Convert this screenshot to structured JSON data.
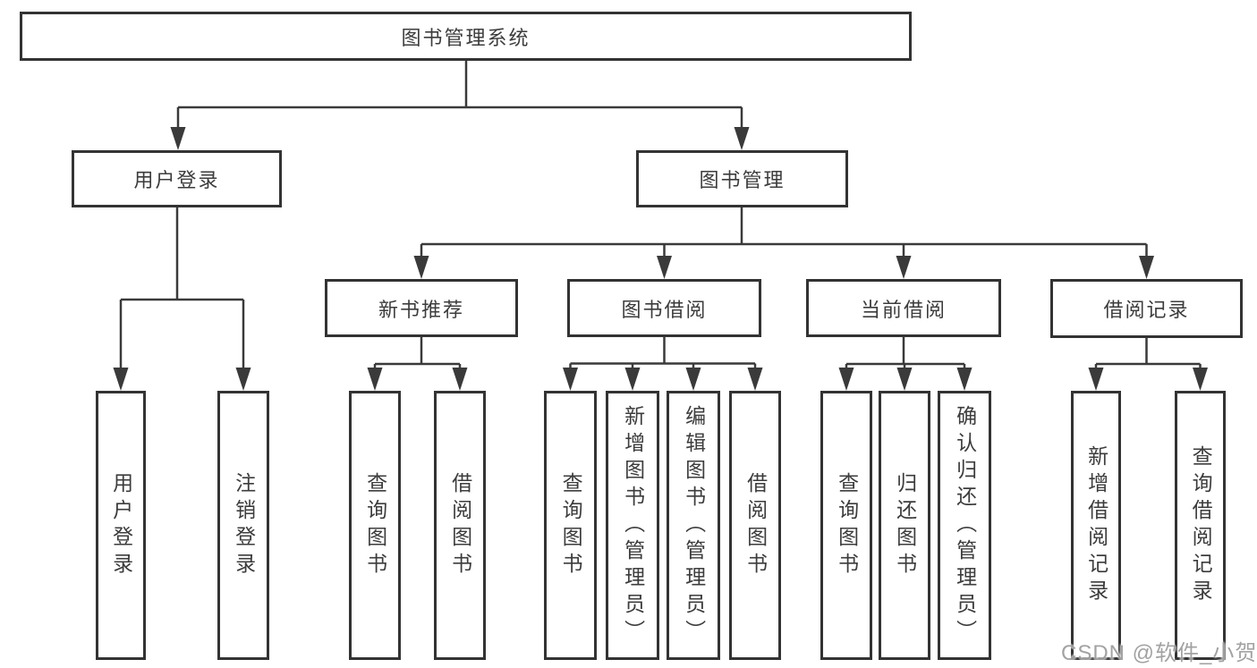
{
  "tree": {
    "root": {
      "label": "图书管理系统"
    },
    "branches": [
      {
        "label": "用户登录",
        "leaves": [
          {
            "label": "用户登录"
          },
          {
            "label": "注销登录"
          }
        ]
      },
      {
        "label": "图书管理",
        "groups": [
          {
            "label": "新书推荐",
            "leaves": [
              {
                "label": "查询图书"
              },
              {
                "label": "借阅图书"
              }
            ]
          },
          {
            "label": "图书借阅",
            "leaves": [
              {
                "label": "查询图书"
              },
              {
                "label": "新增图书（管理员）"
              },
              {
                "label": "编辑图书（管理员）"
              },
              {
                "label": "借阅图书"
              }
            ]
          },
          {
            "label": "当前借阅",
            "leaves": [
              {
                "label": "查询图书"
              },
              {
                "label": "归还图书"
              },
              {
                "label": "确认归还（管理员）"
              }
            ]
          },
          {
            "label": "借阅记录",
            "leaves": [
              {
                "label": "新增借阅记录"
              },
              {
                "label": "查询借阅记录"
              }
            ]
          }
        ]
      }
    ]
  },
  "watermark": {
    "text": "CSDN @软件_小贺同学"
  },
  "colors": {
    "line": "#3a3a3a",
    "border": "#333333",
    "text": "#3c3c3c",
    "watermark": "#989898"
  }
}
